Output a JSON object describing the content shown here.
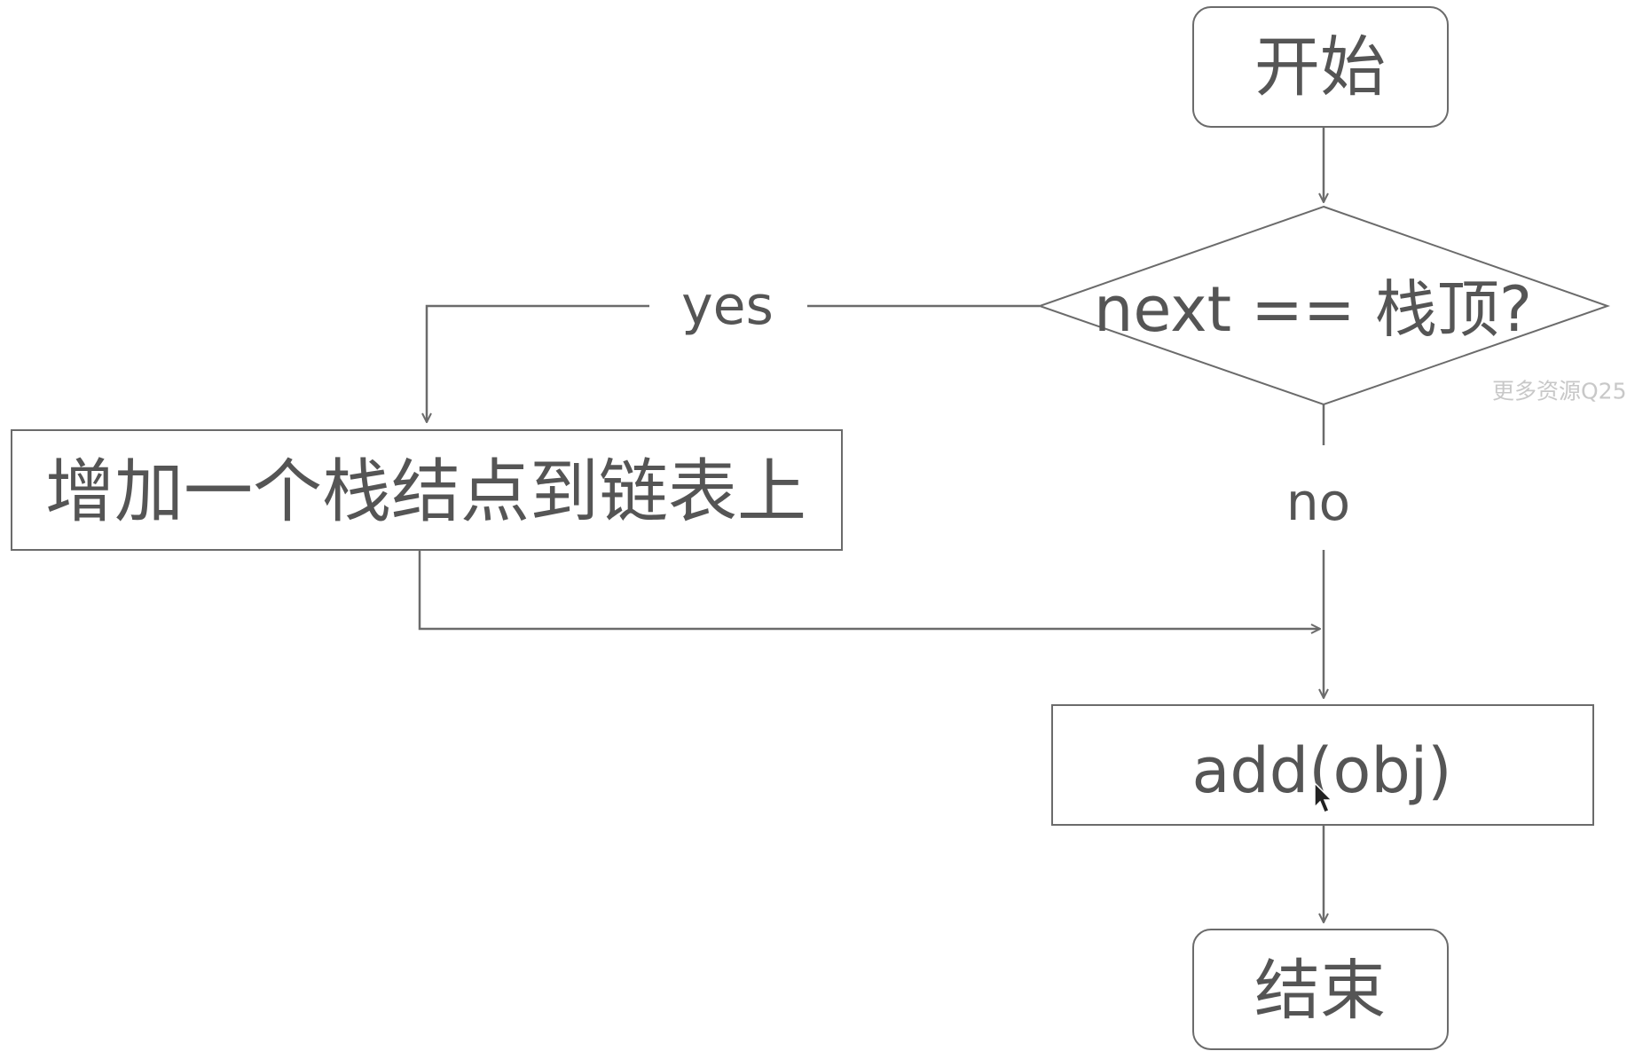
{
  "nodes": {
    "start": "开始",
    "decision": "next == 栈顶?",
    "add_node": "增加一个栈结点到链表上",
    "add_obj": "add(obj)",
    "end": "结束"
  },
  "edges": {
    "yes": "yes",
    "no": "no"
  },
  "watermark": "更多资源Q25",
  "colors": {
    "stroke": "#6b6b6b",
    "text": "#555555",
    "background": "#ffffff"
  }
}
